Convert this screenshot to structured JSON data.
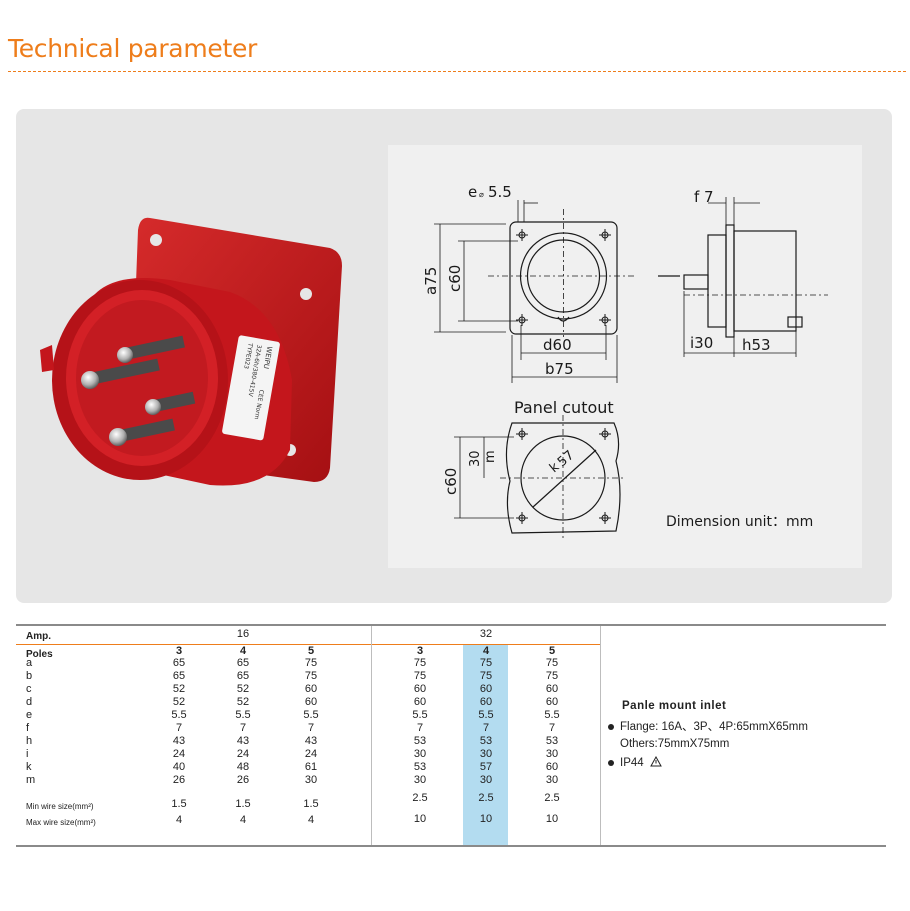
{
  "header": {
    "title": "Technical parameter"
  },
  "drawing": {
    "e_label": "e",
    "e_value": "5.5",
    "f_label": "f",
    "f_value": "7",
    "a_label": "a75",
    "c_label": "c60",
    "d_label": "d60",
    "b_label": "b75",
    "i_label": "i30",
    "h_label": "h53",
    "panel_cutout": "Panel cutout",
    "cut_c_label": "c60",
    "cut_m_label": "30",
    "cut_m_unit": "m",
    "cut_k_label": "k",
    "cut_k_value": "57",
    "dimension_unit": "Dimension unit：mm"
  },
  "product": {
    "brand": "WEIPU",
    "model": "32A-6h/380-415V",
    "standard": "CEE Norm",
    "type": "TYPE023"
  },
  "table": {
    "amp_label": "Amp.",
    "amp_16": "16",
    "amp_32": "32",
    "poles_label": "Poles",
    "row_labels": [
      "a",
      "b",
      "c",
      "d",
      "e",
      "f",
      "h",
      "i",
      "k",
      "m"
    ],
    "min_wire_label": "Min wire size(mm²)",
    "max_wire_label": "Max wire size(mm²)",
    "columns": [
      {
        "pole": "3",
        "values": [
          "65",
          "65",
          "52",
          "52",
          "5.5",
          "7",
          "43",
          "24",
          "40",
          "26"
        ],
        "min": "1.5",
        "max": "4"
      },
      {
        "pole": "4",
        "values": [
          "65",
          "65",
          "52",
          "52",
          "5.5",
          "7",
          "43",
          "24",
          "48",
          "26"
        ],
        "min": "1.5",
        "max": "4"
      },
      {
        "pole": "5",
        "values": [
          "75",
          "75",
          "60",
          "60",
          "5.5",
          "7",
          "43",
          "24",
          "61",
          "30"
        ],
        "min": "1.5",
        "max": "4"
      },
      {
        "pole": "3",
        "values": [
          "75",
          "75",
          "60",
          "60",
          "5.5",
          "7",
          "53",
          "30",
          "53",
          "30"
        ],
        "min": "2.5",
        "max": "10"
      },
      {
        "pole": "4",
        "values": [
          "75",
          "75",
          "60",
          "60",
          "5.5",
          "7",
          "53",
          "30",
          "57",
          "30"
        ],
        "min": "2.5",
        "max": "10"
      },
      {
        "pole": "5",
        "values": [
          "75",
          "75",
          "60",
          "60",
          "5.5",
          "7",
          "53",
          "30",
          "60",
          "30"
        ],
        "min": "2.5",
        "max": "10"
      }
    ]
  },
  "notes": {
    "title": "Panle mount inlet",
    "flange": "Flange: 16A、3P、4P:65mmX65mm",
    "others": "Others:75mmX75mm",
    "ip": "IP44",
    "ip_icon": "warning-triangle-icon"
  }
}
